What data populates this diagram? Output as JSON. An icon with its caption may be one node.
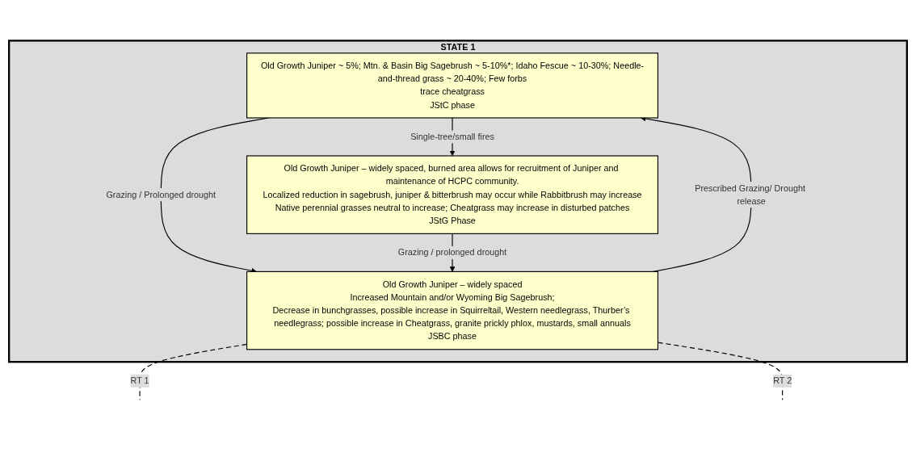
{
  "diagram": {
    "nodes": [
      {
        "text": [
          "STATE 1"
        ]
      },
      {
        "text": [
          "Old Growth Juniper ~ 5%; Mtn. & Basin Big Sagebrush ~ 5-10%*; Idaho Fescue ~ 10-30%; Needle-and-thread grass ~ 20-40%; Few forbs",
          "trace cheatgrass",
          "JStC phase"
        ],
        "in": 0
      },
      {
        "text": [
          "Old Growth Juniper – widely spaced, burned area allows for recruitment of Juniper and maintenance of HCPC community.",
          "Localized reduction in sagebrush, juniper & bitterbrush may occur while Rabbitbrush may increase",
          "Native perennial grasses neutral to increase; Cheatgrass may increase in disturbed patches",
          "JStG Phase"
        ],
        "in": 0
      },
      {
        "text": [
          "Old Growth Juniper – widely spaced",
          "Increased Mountain and/or Wyoming Big Sagebrush;",
          "Decrease in bunchgrasses, possible increase in Squirreltail, Western needlegrass, Thurber’s needlegrass; possible increase in Cheatgrass, granite prickly phlox, mustards, small annuals",
          "JSBC phase"
        ],
        "in": 0
      }
    ],
    "edges": [
      {
        "from": 1,
        "to": 2,
        "arrow": "to",
        "label": "Single-tree/small fires"
      },
      {
        "from": 1,
        "to": 3,
        "arrow": "to",
        "label": "Grazing / Prolonged drought"
      },
      {
        "from": 2,
        "to": 3,
        "arrow": "to",
        "label": "Grazing / prolonged drought"
      },
      {
        "from": 3,
        "to": 1,
        "arrow": "to",
        "label": "Prescribed Grazing/ Drought release"
      },
      {
        "from": 3,
        "to": null,
        "arrow": "none",
        "label": "RT 1",
        "style": "dashed"
      },
      {
        "from": 3,
        "to": null,
        "arrow": "none",
        "label": "RT 2",
        "style": "dashed"
      }
    ]
  }
}
